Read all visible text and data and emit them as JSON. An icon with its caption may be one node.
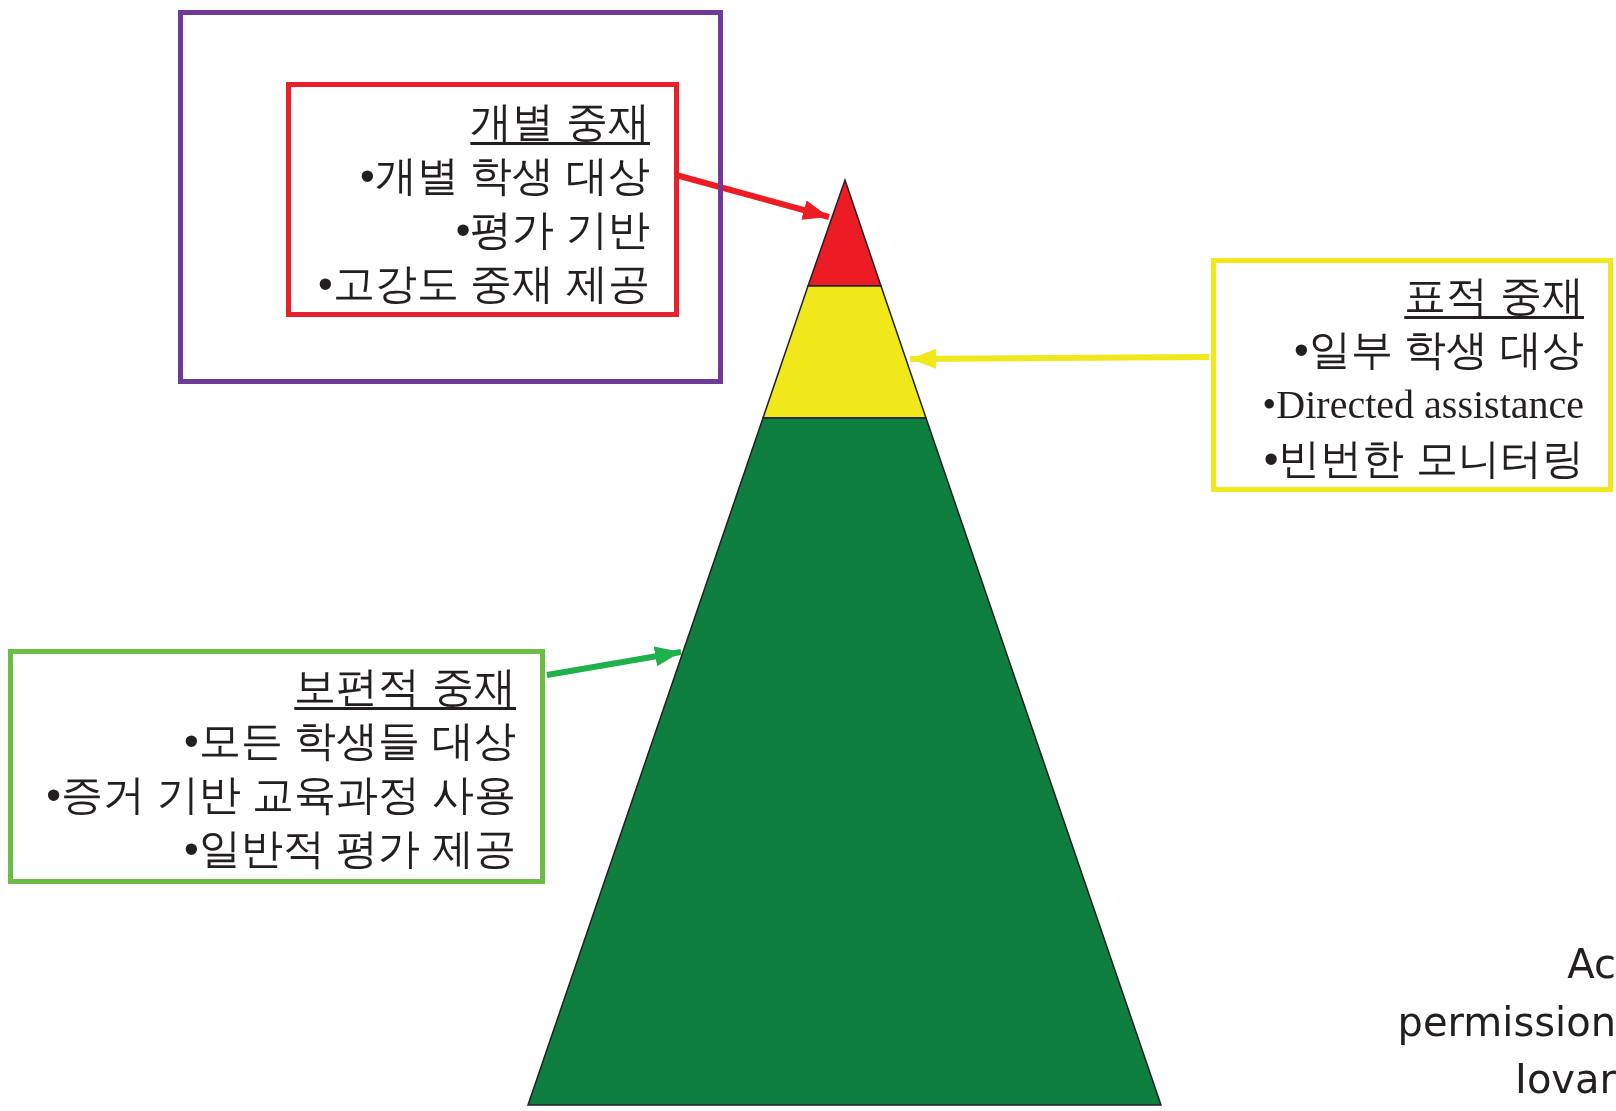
{
  "diagram": {
    "nodes": [
      {
        "text": [],
        "shape": "box"
      },
      {
        "text": [
          "개별 중재",
          "•개별 학생 대상",
          "•평가 기반",
          "•고강도 중재 제공"
        ],
        "in": 0
      },
      {
        "text": [],
        "shape": "triangle"
      },
      {
        "text": [
          "표적 중재",
          "•일부 학생 대상",
          "•Directed assistance",
          "•빈번한 모니터링"
        ]
      },
      {
        "text": [],
        "shape": "trapezoid"
      },
      {
        "text": [],
        "shape": "trapezoid"
      },
      {
        "text": [
          "보편적 중재",
          "•모든 학생들 대상",
          "•증거 기반 교육과정 사용",
          "•일반적 평가 제공"
        ]
      }
    ],
    "edges": [
      {
        "from": 1,
        "to": 2,
        "arrow": "to",
        "color": "#ed1c24"
      },
      {
        "from": 3,
        "to": 4,
        "arrow": "to",
        "color": "#f0e81a"
      },
      {
        "from": 6,
        "to": 5,
        "arrow": "to",
        "color": "#1fb14b"
      }
    ],
    "labels": [
      "Ac",
      "permission",
      "Iovar"
    ]
  }
}
